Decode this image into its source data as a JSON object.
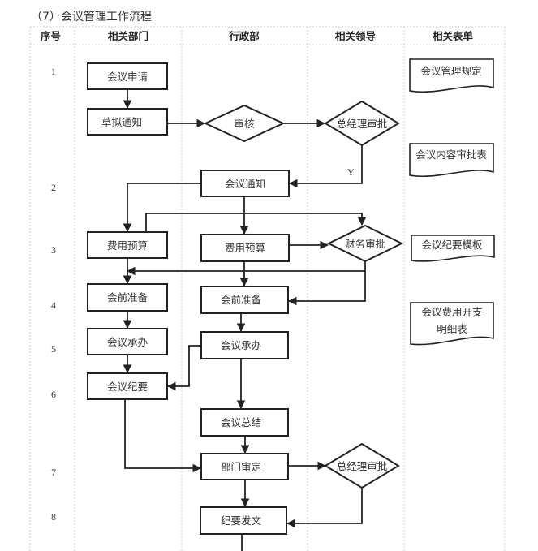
{
  "caption": "（7）会议管理工作流程",
  "table": {
    "headers": [
      "序号",
      "相关部门",
      "行政部",
      "相关领导",
      "相关表单"
    ],
    "step_numbers": [
      "1",
      "2",
      "3",
      "4",
      "5",
      "6",
      "7",
      "8"
    ]
  },
  "nodes": {
    "meeting_application": "会议申请",
    "draft_notice": "草拟通知",
    "review": "审核",
    "gm_approval_1": "总经理审批",
    "meeting_notice": "会议通知",
    "budget_dept": "费用预算",
    "budget_admin": "费用预算",
    "finance_approval": "财务审批",
    "prep_dept": "会前准备",
    "prep_admin": "会前准备",
    "host_dept": "会议承办",
    "host_admin": "会议承办",
    "minutes": "会议纪要",
    "summary": "会议总结",
    "dept_review": "部门审定",
    "gm_approval_2": "总经理审批",
    "minutes_issue": "纪要发文"
  },
  "edge_labels": {
    "yes": "Y"
  },
  "documents": {
    "doc1": "会议管理规定",
    "doc2": "会议内容审批表",
    "doc3": "会议纪要模板",
    "doc4_line1": "会议费用开支",
    "doc4_line2": "明细表"
  }
}
